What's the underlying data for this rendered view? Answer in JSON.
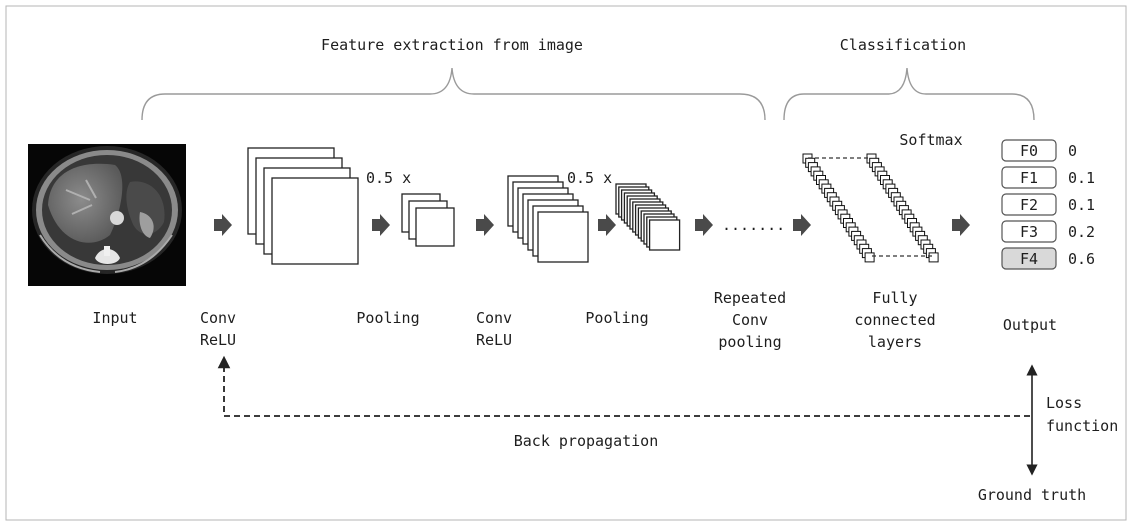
{
  "brackets": {
    "feature_extraction": "Feature extraction from image",
    "classification": "Classification"
  },
  "stages": {
    "input": "Input",
    "conv1_l1": "Conv",
    "conv1_l2": "ReLU",
    "pool1": "Pooling",
    "conv2_l1": "Conv",
    "conv2_l2": "ReLU",
    "pool2": "Pooling",
    "repeated_l1": "Repeated",
    "repeated_l2": "Conv",
    "repeated_l3": "pooling",
    "fc_l1": "Fully",
    "fc_l2": "connected",
    "fc_l3": "layers",
    "output": "Output"
  },
  "scale_labels": {
    "first": "0.5 x",
    "second": "0.5 x"
  },
  "dots": ".......",
  "softmax": "Softmax",
  "outputs": [
    {
      "label": "F0",
      "value": "0",
      "highlighted": false
    },
    {
      "label": "F1",
      "value": "0.1",
      "highlighted": false
    },
    {
      "label": "F2",
      "value": "0.1",
      "highlighted": false
    },
    {
      "label": "F3",
      "value": "0.2",
      "highlighted": false
    },
    {
      "label": "F4",
      "value": "0.6",
      "highlighted": true
    }
  ],
  "feedback": {
    "back_propagation": "Back propagation",
    "loss_l1": "Loss",
    "loss_l2": "function",
    "ground_truth": "Ground truth"
  },
  "colors": {
    "stroke": "#222222",
    "arrow": "#4a4a4a",
    "highlight": "#d9d9d9"
  }
}
